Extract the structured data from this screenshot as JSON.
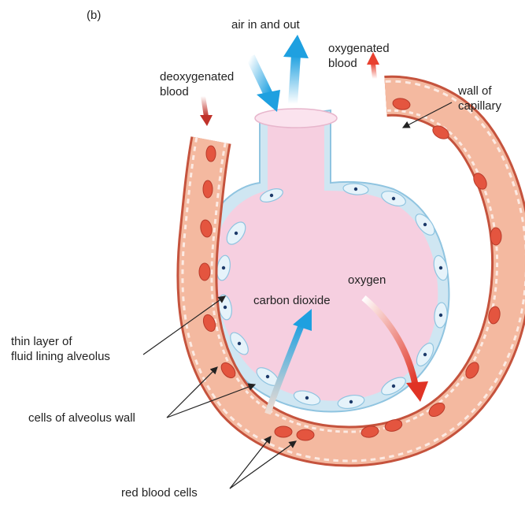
{
  "figure": {
    "panel_label": "(b)",
    "labels": {
      "air": "air in and out",
      "oxygenated": [
        "oxygenated",
        "blood"
      ],
      "deoxygenated": [
        "deoxygenated",
        "blood"
      ],
      "wall_of_capillary": [
        "wall of",
        "capillary"
      ],
      "oxygen": "oxygen",
      "carbon_dioxide": "carbon dioxide",
      "thin_layer": [
        "thin layer of",
        "fluid lining alveolus"
      ],
      "cells_of_alveolus_wall": "cells of alveolus wall",
      "red_blood_cells": "red blood cells"
    }
  },
  "colors": {
    "alveolus_fill": "#f6cfe0",
    "alveolus_lining": "#cfe6f2",
    "capillary_wall": "#e07a5f",
    "capillary_inner": "#f4b9a0",
    "red_blood_cell": "#e4553f",
    "oxygen_arrow": "#e03325",
    "co2_arrow": "#1ea0e0"
  }
}
